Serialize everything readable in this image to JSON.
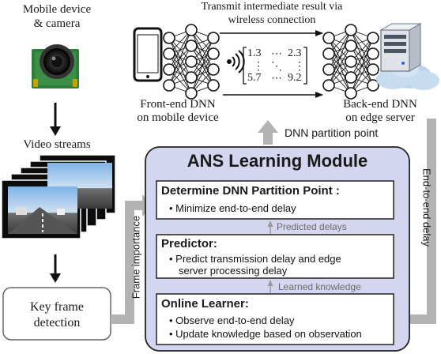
{
  "mobile": {
    "title_line1": "Mobile device",
    "title_line2": "& camera"
  },
  "video": {
    "label": "Video streams"
  },
  "keyframe": {
    "line1": "Key frame",
    "line2": "detection"
  },
  "transmit": {
    "line1": "Transmit intermediate result via",
    "line2": "wireless connection"
  },
  "frontend": {
    "line1": "Front-end DNN",
    "line2": "on mobile device"
  },
  "backend": {
    "line1": "Back-end DNN",
    "line2": "on edge server"
  },
  "matrix": {
    "r1c1": "1.3",
    "r1c2": "⋯",
    "r1c3": "2.3",
    "r2c1": "⋮",
    "r2c2": "⋱",
    "r2c3": "⋮",
    "r3c1": "5.7",
    "r3c2": "⋯",
    "r3c3": "9.2"
  },
  "partition_point_label": "DNN partition point",
  "frame_importance_label": "Frame importance",
  "end_to_end_label": "End-to-end delay",
  "module": {
    "title": "ANS Learning Module",
    "determine": {
      "title": "Determine DNN Partition Point :",
      "bullets": [
        "Minimize end-to-end delay"
      ]
    },
    "predicted_delays": "Predicted delays",
    "predictor": {
      "title": "Predictor:",
      "bullets": [
        "Predict transmission delay and edge",
        "server processing delay"
      ]
    },
    "learned_knowledge": "Learned knowledge",
    "learner": {
      "title": "Online Learner:",
      "bullets": [
        "Observe end-to-end delay",
        "Update knowledge based on observation"
      ]
    }
  },
  "colors": {
    "module_fill": "#d4d6ef",
    "gray_arrow": "#b3b3b3",
    "cloud": "#bcd5ea"
  }
}
